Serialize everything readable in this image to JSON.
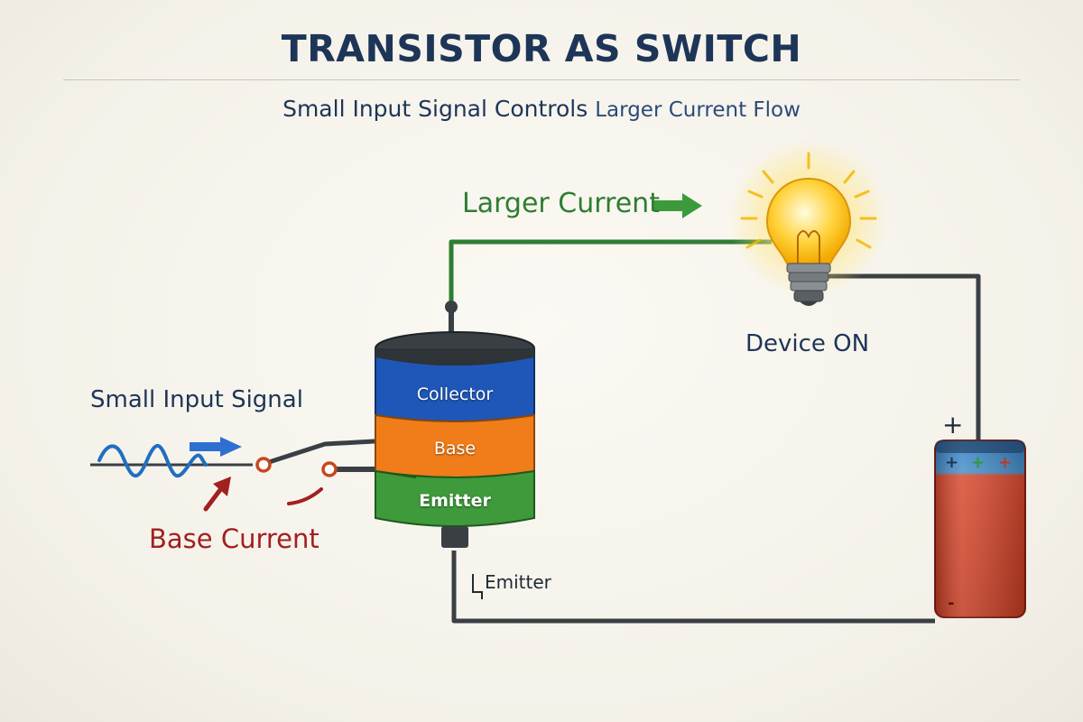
{
  "title": "TRANSISTOR AS SWITCH",
  "subtitle": {
    "part1": "Small Input Signal Controls",
    "part2": "Larger Current Flow"
  },
  "labels": {
    "larger_current": "Larger Current",
    "device_on": "Device ON",
    "small_input_signal": "Small Input Signal",
    "base_current": "Base Current",
    "emitter_bottom": "Emitter"
  },
  "transistor": {
    "collector": "Collector",
    "base": "Base",
    "emitter": "Emitter"
  },
  "battery": {
    "positive": "+",
    "negative": "-"
  },
  "colors": {
    "title": "#1d3557",
    "collector": "#1f57b8",
    "base": "#f07d1a",
    "emitter": "#3e9a3a",
    "larger_current": "#2f7d32",
    "base_current": "#a12020",
    "signal": "#1f6fc0"
  },
  "icons": [
    "lightbulb-icon",
    "battery-icon",
    "sine-wave-icon",
    "arrow-right-icon"
  ]
}
